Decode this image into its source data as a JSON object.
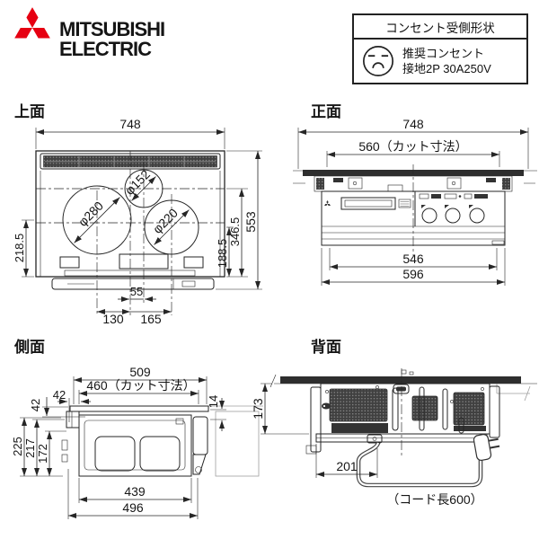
{
  "brand": {
    "name_line1": "MITSUBISHI",
    "name_line2": "ELECTRIC"
  },
  "outlet_box": {
    "title": "コンセント受側形状",
    "rec_line1": "推奨コンセント",
    "rec_line2": "接地2P 30A250V"
  },
  "views": {
    "top": {
      "label": "上面",
      "dim_width": "748",
      "dim_total_height": "553",
      "dim_346": "346.5",
      "dim_188": "188.5",
      "dim_218": "218.5",
      "dia_left": "φ280",
      "dia_center": "φ152",
      "dia_right": "φ220",
      "dim_55": "55",
      "dim_130": "130",
      "dim_165": "165"
    },
    "front": {
      "label": "正面",
      "dim_width": "748",
      "dim_cut": "560（カット寸法）",
      "dim_546": "546",
      "dim_596": "596"
    },
    "side": {
      "label": "側面",
      "dim_509": "509",
      "dim_cut": "460（カット寸法）",
      "dim_42_front": "42",
      "dim_42_top": "42",
      "dim_225": "225",
      "dim_217": "217",
      "dim_172": "172",
      "dim_14": "14",
      "dim_439": "439",
      "dim_496": "496"
    },
    "back": {
      "label": "背面",
      "dim_173": "173",
      "dim_201": "201",
      "cord_note": "（コード長600）"
    }
  },
  "colors": {
    "brand_red": "#e60012",
    "line": "#262626"
  }
}
